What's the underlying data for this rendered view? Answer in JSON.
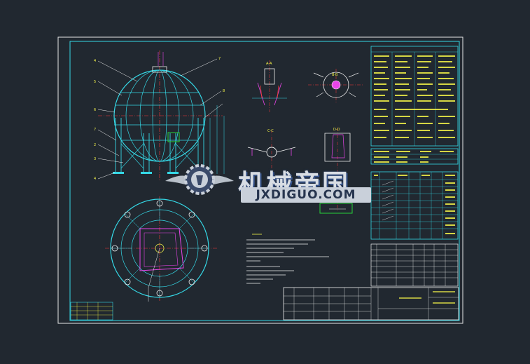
{
  "colors": {
    "background": "#212830",
    "frame": "#e8e8e8",
    "cad_cyan": "#35d8e6",
    "cad_yellow": "#f5f548",
    "cad_magenta": "#e845e8",
    "cad_red": "#ff3b3b",
    "cad_green": "#28d23a",
    "cad_white": "#f0f0f0"
  },
  "watermark": {
    "title": "机械帝国",
    "url": "JXDIGUO.COM",
    "logo_icon": "gear-winged-logo-icon"
  },
  "drawing": {
    "type": "cad-blueprint",
    "subject": "spherical storage tank assembly",
    "views": [
      "front-elevation",
      "plan-view",
      "nozzle-detail-a",
      "nozzle-detail-b",
      "support-detail-c",
      "support-detail-d"
    ]
  }
}
